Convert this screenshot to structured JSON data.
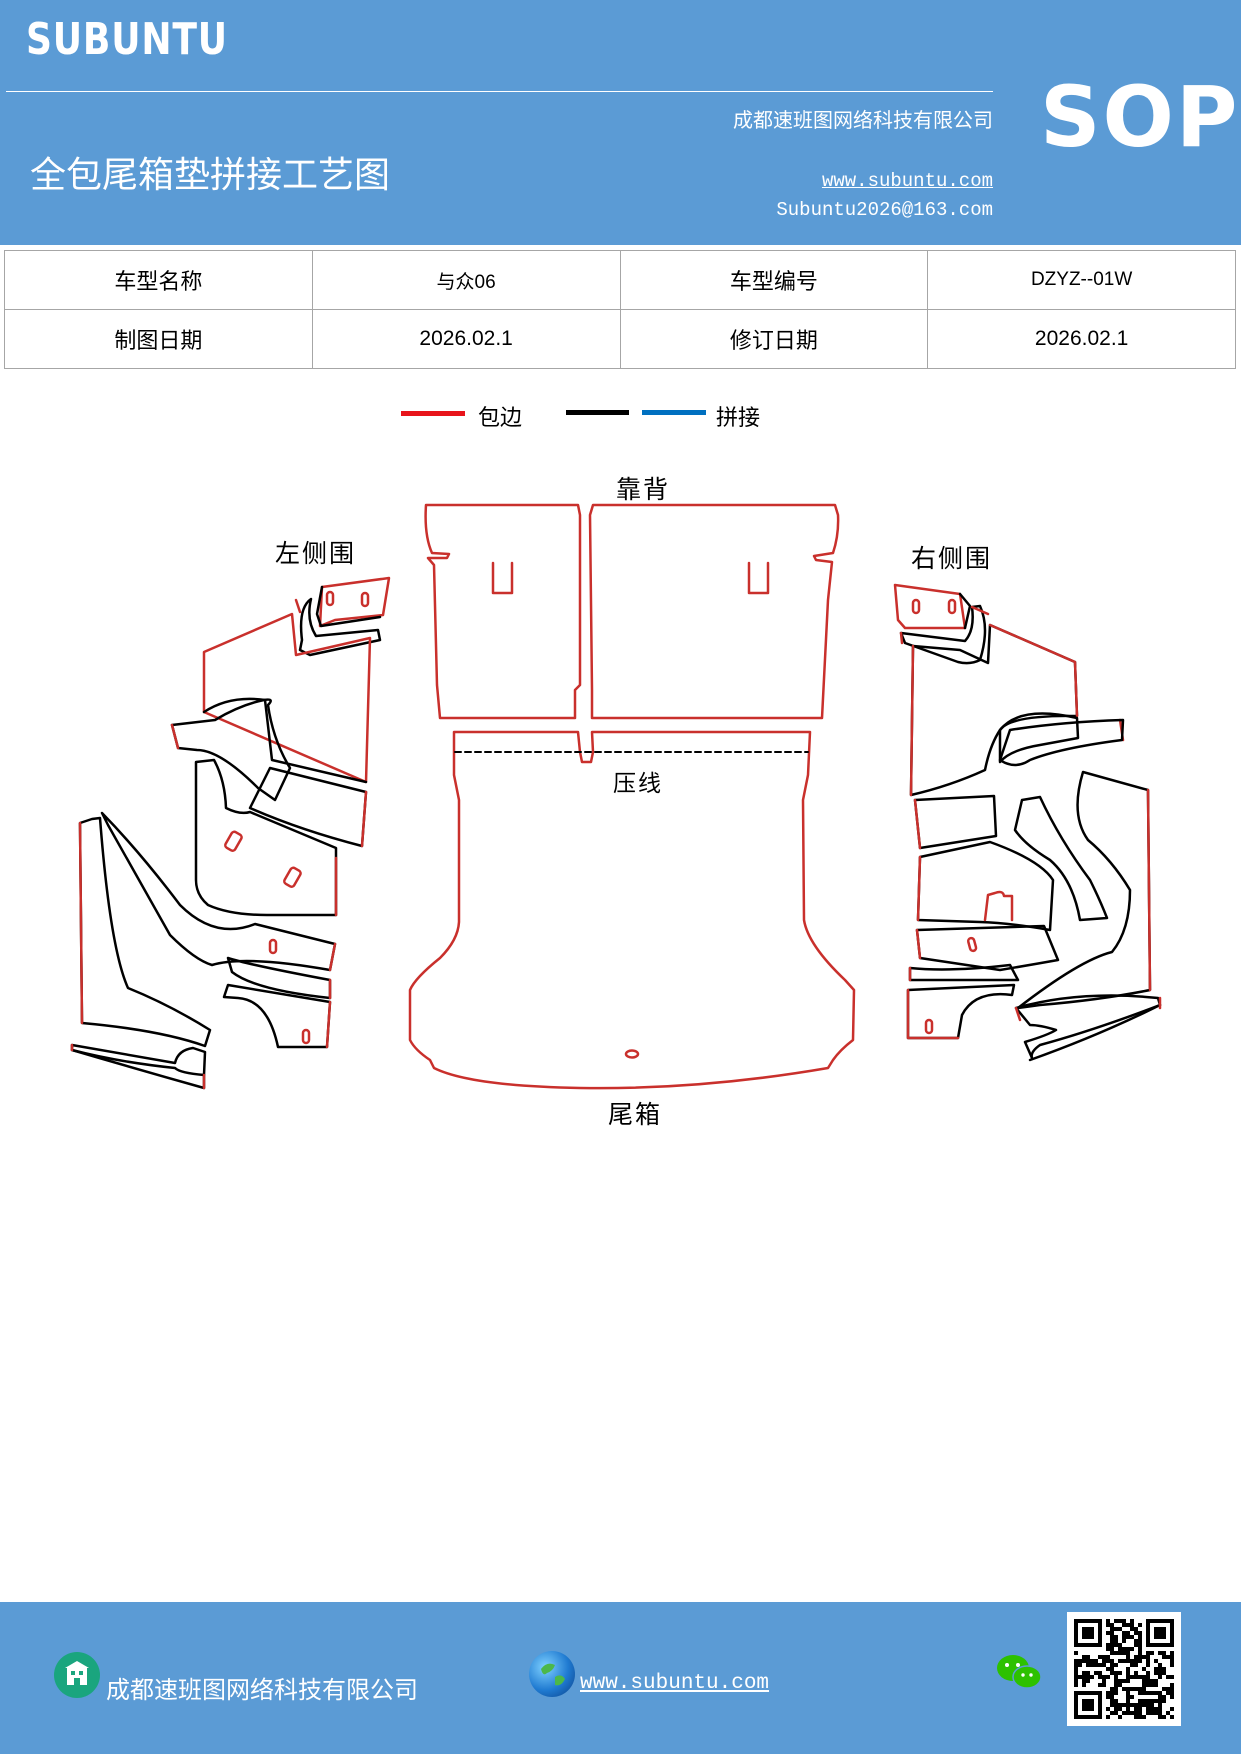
{
  "header": {
    "brand": "SUBUNTU",
    "company": "成都速班图网络科技有限公司",
    "title": "全包尾箱垫拼接工艺图",
    "website": "www.subuntu.com",
    "email": "Subuntu2026@163.com",
    "badge": "SOP"
  },
  "info": {
    "model_name_label": "车型名称",
    "model_name": "与众06",
    "model_code_label": "车型编号",
    "model_code": "DZYZ--01W",
    "draw_date_label": "制图日期",
    "draw_date": "2026.02.1",
    "revise_date_label": "修订日期",
    "revise_date": "2026.02.1"
  },
  "legend": {
    "edge_label": "包边",
    "splice_label": "拼接",
    "edge_color": "#e8141b",
    "black_color": "#000000",
    "splice_color": "#0070c0"
  },
  "diagram": {
    "back_label": "靠背",
    "left_label": "左侧围",
    "right_label": "右侧围",
    "press_label": "压线",
    "trunk_label": "尾箱",
    "outline_color": "#c9302c"
  },
  "footer": {
    "company": "成都速班图网络科技有限公司",
    "website": "www.subuntu.com"
  }
}
